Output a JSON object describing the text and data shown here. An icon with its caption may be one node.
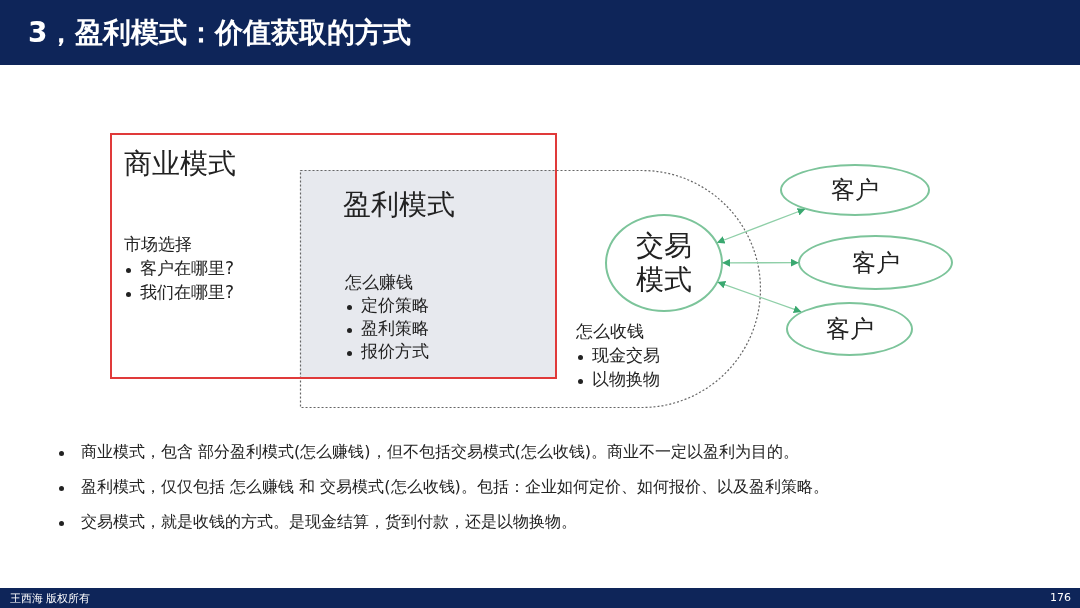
{
  "diagram": {
    "title": "3，盈利模式：价值获取的方式",
    "nodes": [
      {
        "text": [
          "商业模式",
          "市场选择",
          "客户在哪里?",
          "我们在哪里?"
        ]
      },
      {
        "text": [
          "盈利模式",
          "怎么赚钱",
          "定价策略",
          "盈利策略",
          "报价方式",
          "怎么收钱",
          "现金交易",
          "以物换物"
        ]
      },
      {
        "text": [
          "交易模式"
        ],
        "in": 1
      },
      {
        "text": [
          "客户"
        ]
      },
      {
        "text": [
          "客户"
        ]
      },
      {
        "text": [
          "客户"
        ]
      }
    ],
    "edges": [
      {
        "from": 2,
        "to": 3,
        "arrow": "both"
      },
      {
        "from": 2,
        "to": 4,
        "arrow": "both"
      },
      {
        "from": 2,
        "to": 5,
        "arrow": "both"
      }
    ],
    "labels": [
      "商业模式，包含 部分盈利模式(怎么赚钱)，但不包括交易模式(怎么收钱)。商业不一定以盈利为目的。",
      "盈利模式，仅仅包括 怎么赚钱 和 交易模式(怎么收钱)。包括：企业如何定价、如何报价、以及盈利策略。",
      "交易模式，就是收钱的方式。是现金结算，货到付款，还是以物换物。",
      "王西海 版权所有",
      "176"
    ]
  }
}
